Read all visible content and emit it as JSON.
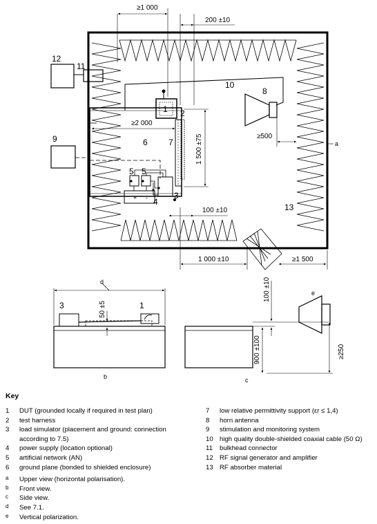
{
  "dimensions": {
    "d1000_top": "≥1 000",
    "d200": "200 ±10",
    "d2000": "≥2 000",
    "d1500_75": "1 500 ±75",
    "d500": "≥500",
    "d100_10": "100 ±10",
    "d1000_10": "1 000 ±10",
    "d1500": "≥1 500",
    "d50_5": "50 ±5",
    "d100_10_side": "100 ±10",
    "d900_100": "900 ±100",
    "d250": "≥250"
  },
  "callouts": {
    "c1": "1",
    "c2": "2",
    "c3": "3",
    "c4": "4",
    "c5": "5",
    "c5b": "5",
    "c6": "6",
    "c7": "7",
    "c8": "8",
    "c9": "9",
    "c10": "10",
    "c11": "11",
    "c12": "12",
    "c13": "13",
    "front_1": "1",
    "front_3": "3"
  },
  "letters": {
    "a": "a",
    "b": "b",
    "c": "c",
    "d": "d",
    "e": "e",
    "plus": "+",
    "minus": "-"
  },
  "key": {
    "title": "Key",
    "left": [
      {
        "id": "1",
        "text": "DUT (grounded locally if required in test plan)"
      },
      {
        "id": "2",
        "text": "test harness"
      },
      {
        "id": "3",
        "text": "load simulator (placement and ground: connection according to 7.5)"
      },
      {
        "id": "4",
        "text": "power supply (location optional)"
      },
      {
        "id": "5",
        "text": "artificial  network (AN)"
      },
      {
        "id": "6",
        "text": "ground plane (bonded to shielded enclosure)"
      }
    ],
    "letters": [
      {
        "id": "a",
        "text": "Upper view (horizontal polarisation)."
      },
      {
        "id": "b",
        "text": "Front view."
      },
      {
        "id": "c",
        "text": "Side view."
      },
      {
        "id": "d",
        "text": "See 7.1."
      },
      {
        "id": "e",
        "text": "Vertical polarization."
      }
    ],
    "right": [
      {
        "id": "7",
        "text": "low relative permittivity support (εr ≤ 1,4)"
      },
      {
        "id": "8",
        "text": "horn antenna"
      },
      {
        "id": "9",
        "text": "stimulation and monitoring system"
      },
      {
        "id": "10",
        "text": "high quality double-shielded coaxial cable (50 Ω)"
      },
      {
        "id": "11",
        "text": "bulkhead connector"
      },
      {
        "id": "12",
        "text": "RF signal generator and amplifier"
      },
      {
        "id": "13",
        "text": "RF absorber material"
      }
    ]
  }
}
